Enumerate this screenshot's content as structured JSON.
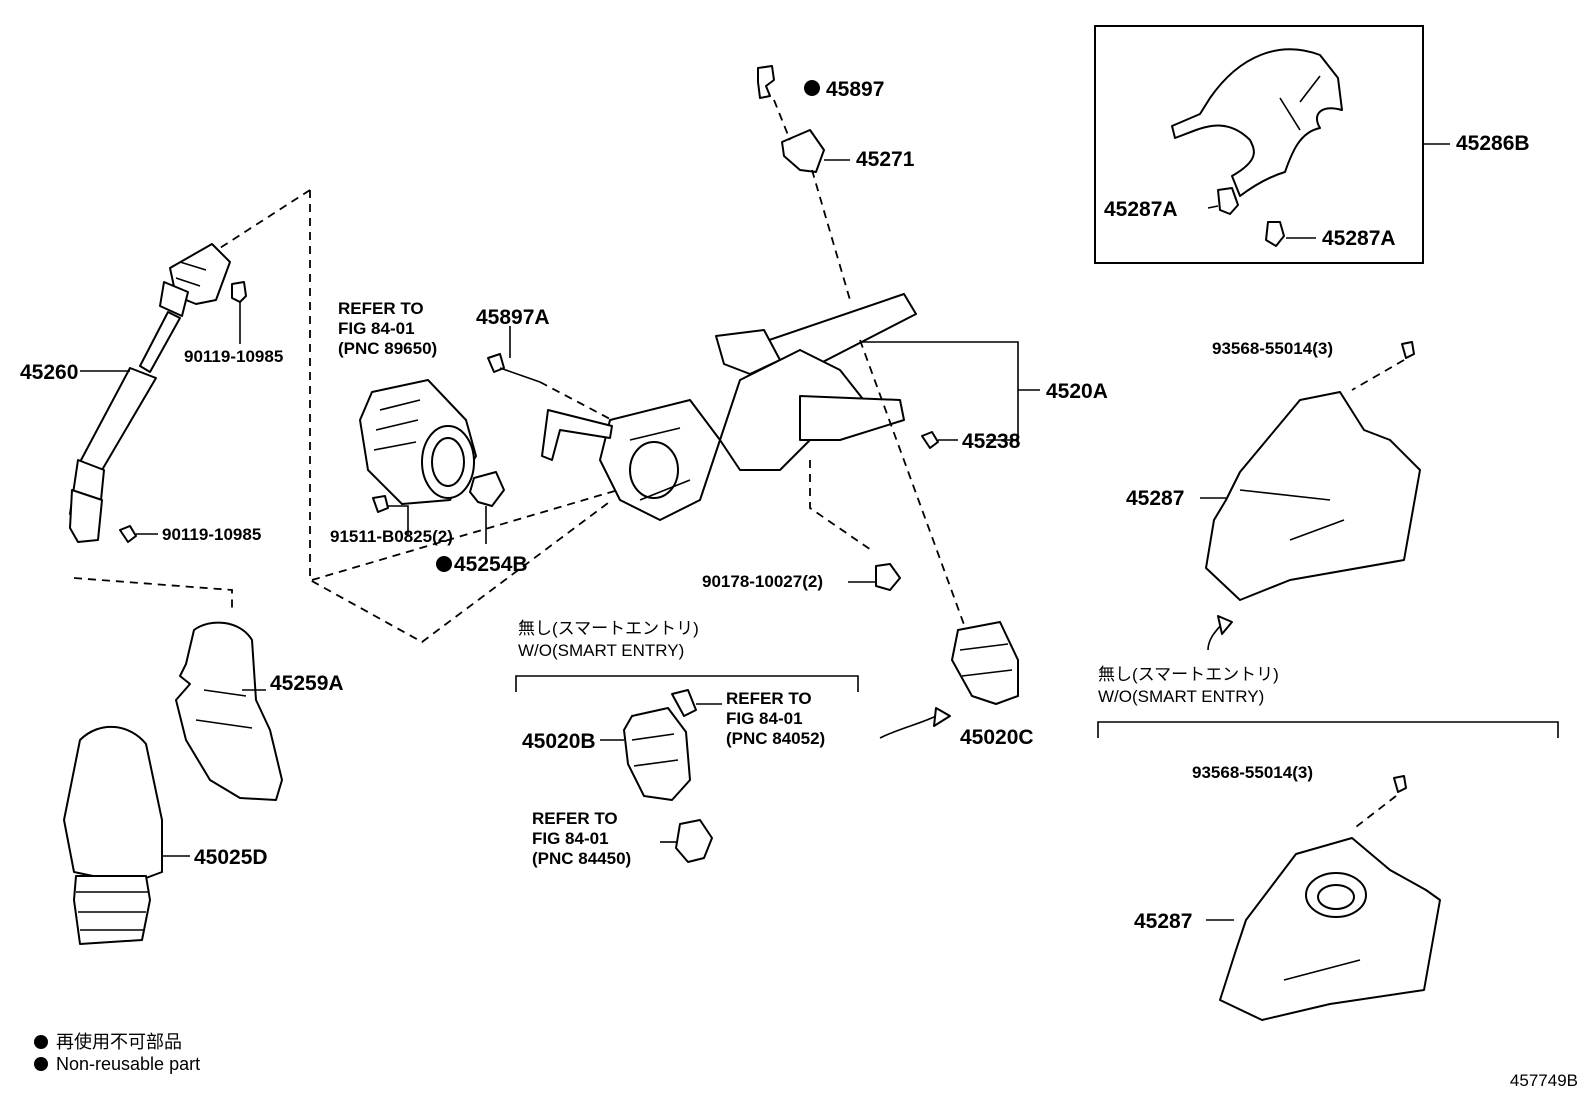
{
  "labels": {
    "p45897": "45897",
    "p45271": "45271",
    "p45286B": "45286B",
    "p45287A_1": "45287A",
    "p45287A_2": "45287A",
    "p45260": "45260",
    "p90119_1": "90119-10985",
    "p90119_2": "90119-10985",
    "refer1_l1": "REFER TO",
    "refer1_l2": "FIG 84-01",
    "refer1_l3": "(PNC 89650)",
    "p45897A": "45897A",
    "p93568_1": "93568-55014(3)",
    "p4520A": "4520A",
    "p45238": "45238",
    "p45287_1": "45287",
    "p91511": "91511-B0825(2)",
    "p45254B": "45254B",
    "p90178": "90178-10027(2)",
    "wo_jp_1": "無し(スマートエントリ)",
    "wo_en_1": "W/O(SMART ENTRY)",
    "wo_jp_2": "無し(スマートエントリ)",
    "wo_en_2": "W/O(SMART ENTRY)",
    "p45259A": "45259A",
    "refer2_l1": "REFER TO",
    "refer2_l2": "FIG 84-01",
    "refer2_l3": "(PNC 84052)",
    "p45020B": "45020B",
    "p45020C": "45020C",
    "p45025D": "45025D",
    "refer3_l1": "REFER TO",
    "refer3_l2": "FIG 84-01",
    "refer3_l3": "(PNC 84450)",
    "p93568_2": "93568-55014(3)",
    "p45287_2": "45287"
  },
  "legend": {
    "jp": "再使用不可部品",
    "en": "Non-reusable part"
  },
  "figure_id": "457749B"
}
